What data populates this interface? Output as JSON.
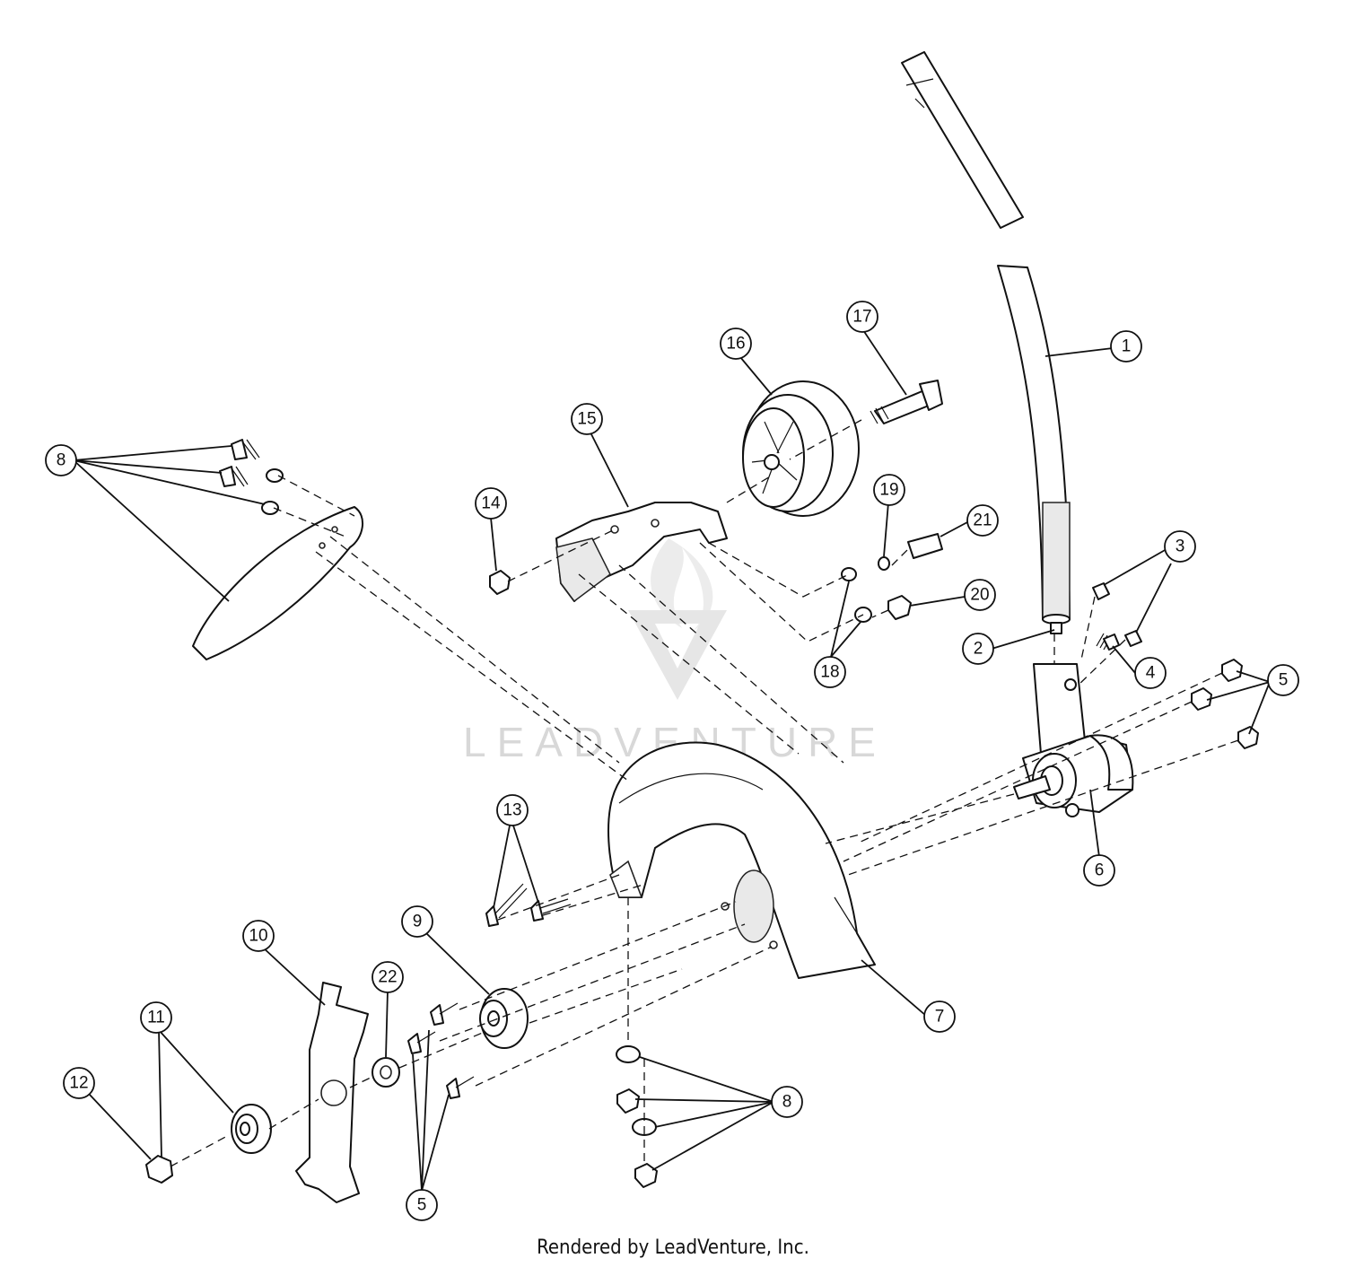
{
  "watermark": {
    "text": "LEADVENTURE"
  },
  "footer": {
    "credit": "Rendered by LeadVenture, Inc."
  },
  "callouts": {
    "c1": "1",
    "c2": "2",
    "c3": "3",
    "c4": "4",
    "c5a": "5",
    "c5b": "5",
    "c6": "6",
    "c7": "7",
    "c8a": "8",
    "c8b": "8",
    "c9": "9",
    "c10": "10",
    "c11": "11",
    "c12": "12",
    "c13": "13",
    "c14": "14",
    "c15": "15",
    "c16": "16",
    "c17": "17",
    "c18": "18",
    "c19": "19",
    "c20": "20",
    "c21": "21",
    "c22": "22"
  }
}
